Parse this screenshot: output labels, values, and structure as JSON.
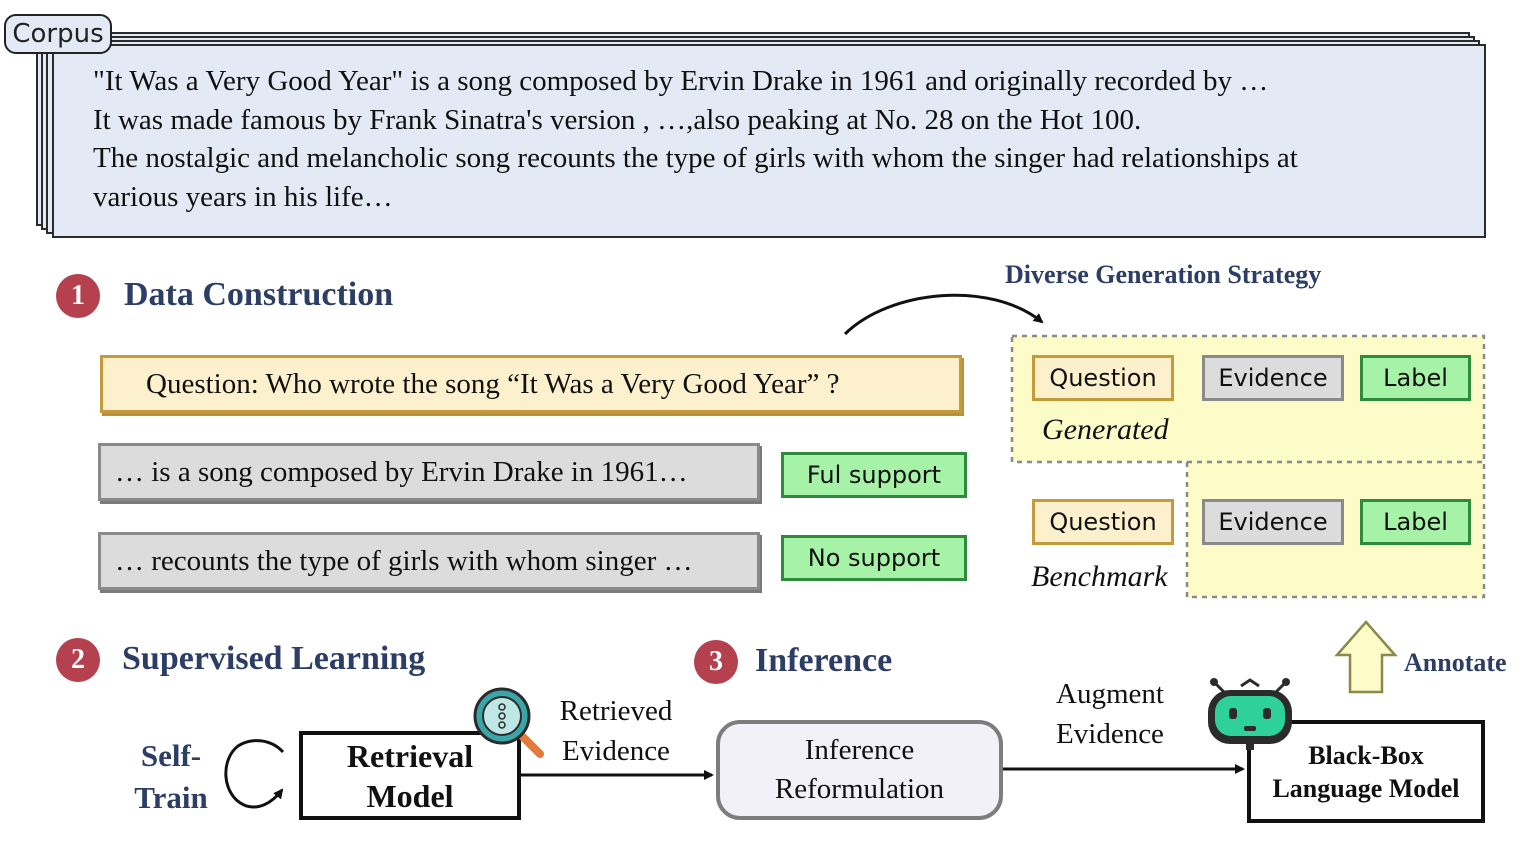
{
  "corpus": {
    "tag": "Corpus",
    "lines": [
      "\"It Was a Very Good Year\" is a song composed by Ervin Drake in 1961 and originally recorded by …",
      "It was made famous by Frank Sinatra's version , …,also peaking at No. 28 on the Hot 100.",
      "The nostalgic and melancholic song recounts the type of girls with whom the singer had relationships at",
      "various years in his life…"
    ]
  },
  "section1": {
    "number": "1",
    "title": "Data Construction",
    "question": "Question: Who wrote the song “It Was a Very Good Year” ?",
    "evidence": [
      {
        "text": "… is a song composed by Ervin Drake in 1961…",
        "label": "Ful support"
      },
      {
        "text": "… recounts the type of girls with whom singer …",
        "label": "No support"
      }
    ]
  },
  "strategy": {
    "title": "Diverse Generation Strategy",
    "generated": {
      "question": "Question",
      "evidence": "Evidence",
      "label": "Label",
      "caption": "Generated"
    },
    "benchmark": {
      "question": "Question",
      "evidence": "Evidence",
      "label": "Label",
      "caption": "Benchmark"
    },
    "annotate": "Annotate"
  },
  "section2": {
    "number": "2",
    "title": "Supervised Learning",
    "self_train": [
      "Self-",
      "Train"
    ],
    "model": [
      "Retrieval",
      "Model"
    ],
    "retrieved": [
      "Retrieved",
      "Evidence"
    ]
  },
  "section3": {
    "number": "3",
    "title": "Inference",
    "reform": [
      "Inference",
      "Reformulation"
    ],
    "augment": [
      "Augment",
      "Evidence"
    ],
    "blackbox": [
      "Black-Box",
      "Language Model"
    ]
  },
  "colors": {
    "accent_red": "#b5404e",
    "title_navy": "#2c3e66",
    "corpus_bg": "#e3eaf5",
    "question_bg": "#fdf0cc",
    "evidence_bg": "#dcdcdc",
    "label_bg": "#a6f2a6",
    "strategy_bg": "#fdfbc8",
    "robot_green": "#2fd19a",
    "magnifier_teal": "#3aa6a8"
  },
  "icons": [
    "magnifier-icon",
    "robot-icon",
    "up-arrow-icon",
    "loop-arrow-icon"
  ]
}
